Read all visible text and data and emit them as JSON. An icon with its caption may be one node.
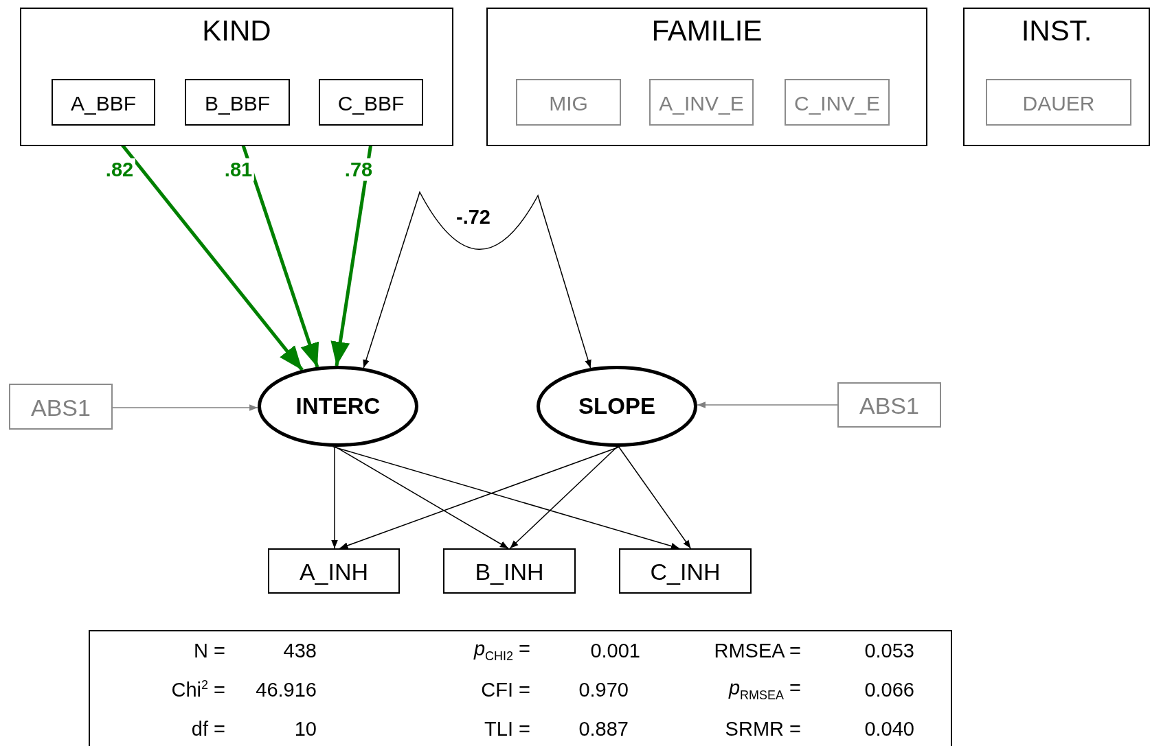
{
  "diagram": {
    "nodes": [
      {
        "text": [
          "KIND"
        ]
      },
      {
        "text": [
          "A_BBF"
        ],
        "in": 0
      },
      {
        "text": [
          "B_BBF"
        ],
        "in": 0
      },
      {
        "text": [
          "C_BBF"
        ],
        "in": 0
      },
      {
        "text": [
          "FAMILIE"
        ]
      },
      {
        "text": [
          "MIG"
        ],
        "in": 4
      },
      {
        "text": [
          "A_INV_E"
        ],
        "in": 4
      },
      {
        "text": [
          "C_INV_E"
        ],
        "in": 4
      },
      {
        "text": [
          "INST."
        ]
      },
      {
        "text": [
          "DAUER"
        ],
        "in": 8
      },
      {
        "text": [
          "ABS1"
        ]
      },
      {
        "text": [
          "INTERC"
        ]
      },
      {
        "text": [
          "SLOPE"
        ]
      },
      {
        "text": [
          "ABS1"
        ]
      },
      {
        "text": [
          "A_INH"
        ]
      },
      {
        "text": [
          "B_INH"
        ]
      },
      {
        "text": [
          "C_INH"
        ]
      }
    ],
    "edges": [
      {
        "from": 1,
        "to": 11,
        "arrow": "to",
        "label": ".82",
        "style": "thick",
        "color": "#008000"
      },
      {
        "from": 2,
        "to": 11,
        "arrow": "to",
        "label": ".81",
        "style": "thick",
        "color": "#008000"
      },
      {
        "from": 3,
        "to": 11,
        "arrow": "to",
        "label": ".78",
        "style": "thick",
        "color": "#008000"
      },
      {
        "from": 11,
        "to": 12,
        "arrow": "both",
        "label": "-.72"
      },
      {
        "from": 10,
        "to": 11,
        "arrow": "to",
        "color": "#808080"
      },
      {
        "from": 13,
        "to": 12,
        "arrow": "to",
        "color": "#808080"
      },
      {
        "from": 11,
        "to": 14,
        "arrow": "to"
      },
      {
        "from": 11,
        "to": 15,
        "arrow": "to"
      },
      {
        "from": 11,
        "to": 16,
        "arrow": "to"
      },
      {
        "from": 12,
        "to": 14,
        "arrow": "to"
      },
      {
        "from": 12,
        "to": 15,
        "arrow": "to"
      },
      {
        "from": 12,
        "to": 16,
        "arrow": "to"
      }
    ],
    "labels": [
      "N =",
      "438",
      "*p*$_{CHI2}$ =",
      "0.001",
      "RMSEA =",
      "0.053",
      "Chi$^{2}$ =",
      "46.916",
      "CFI =",
      "0.970",
      "*p*$_{RMSEA}$ =",
      "0.066",
      "df =",
      "10",
      "TLI =",
      "0.887",
      "SRMR =",
      "0.040"
    ]
  }
}
